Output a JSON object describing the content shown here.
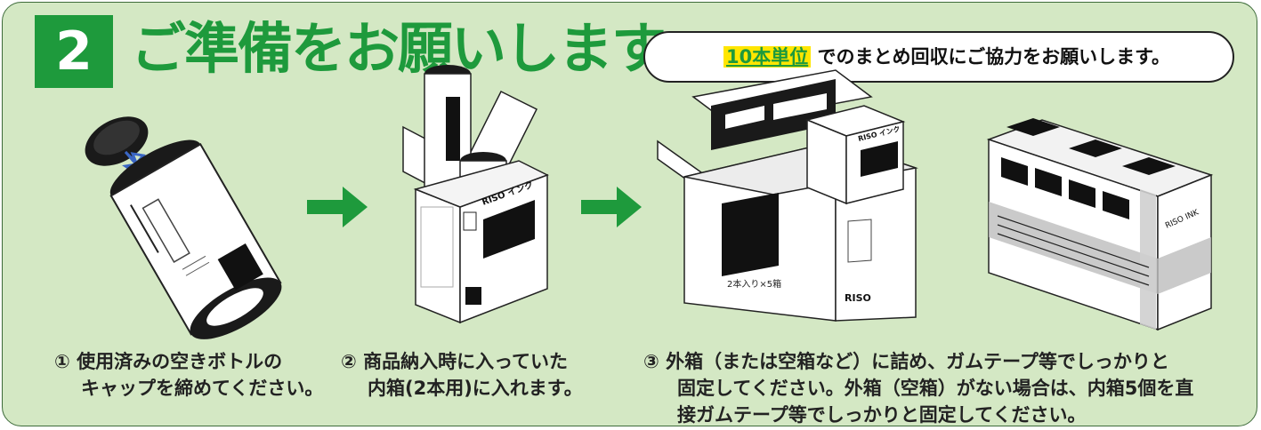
{
  "header": {
    "step_number": "2",
    "title": "ご準備をお願いします",
    "notice_highlight": "10本単位",
    "notice_rest": "でのまとめ回収にご協力をお願いします。"
  },
  "steps": [
    {
      "lines": [
        "① 使用済みの空きボトルの",
        "キャップを締めてください。"
      ]
    },
    {
      "lines": [
        "② 商品納入時に入っていた",
        "内箱(2本用)に入れます。"
      ]
    },
    {
      "lines": [
        "③ 外箱（または空箱など）に詰め、ガムテープ等でしっかりと",
        "固定してください。外箱（空箱）がない場合は、内箱5個を直",
        "接ガムテープ等でしっかりと固定してください。"
      ]
    }
  ],
  "product_labels": {
    "brand": "RISO",
    "ink_label": "RISO インク",
    "ink_label_en": "RISO INK",
    "outer_box_label": "2本入り×5箱"
  },
  "colors": {
    "panel_bg": "#d4e8c4",
    "accent_green": "#1e9a3c",
    "highlight": "#ffe600",
    "hint_arrow": "#3a66c4"
  },
  "icons": {
    "step_arrow": "arrow-right-icon",
    "cap_arrow": "arrow-down-right-icon"
  }
}
